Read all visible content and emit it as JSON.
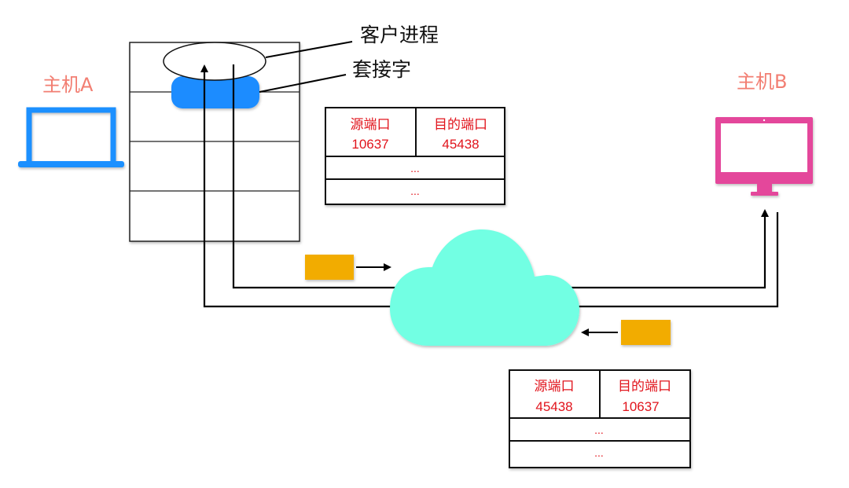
{
  "hosts": {
    "a": {
      "label": "主机A",
      "icon": "laptop-icon",
      "color": "#1E90FF"
    },
    "b": {
      "label": "主机B",
      "icon": "desktop-monitor-icon",
      "color": "#E4479B"
    }
  },
  "callouts": {
    "process": "客户进程",
    "socket": "套接字"
  },
  "colors": {
    "host_label": "#F27E72",
    "socket": "#1E8CFF",
    "cloud": "#72FFE3",
    "packet": "#F2AC00",
    "table_text": "#E1141C"
  },
  "tables": {
    "outgoing": {
      "headers": [
        "源端口",
        "目的端口"
      ],
      "values": [
        "10637",
        "45438"
      ],
      "rows": [
        "...",
        "..."
      ]
    },
    "incoming": {
      "headers": [
        "源端口",
        "目的端口"
      ],
      "values": [
        "45438",
        "10637"
      ],
      "rows": [
        "...",
        "..."
      ]
    }
  },
  "stack_layers": 4,
  "network": {
    "icon": "cloud-icon"
  },
  "packets": [
    {
      "direction": "to-network",
      "icon": "packet-icon"
    },
    {
      "direction": "from-network",
      "icon": "packet-icon"
    }
  ]
}
